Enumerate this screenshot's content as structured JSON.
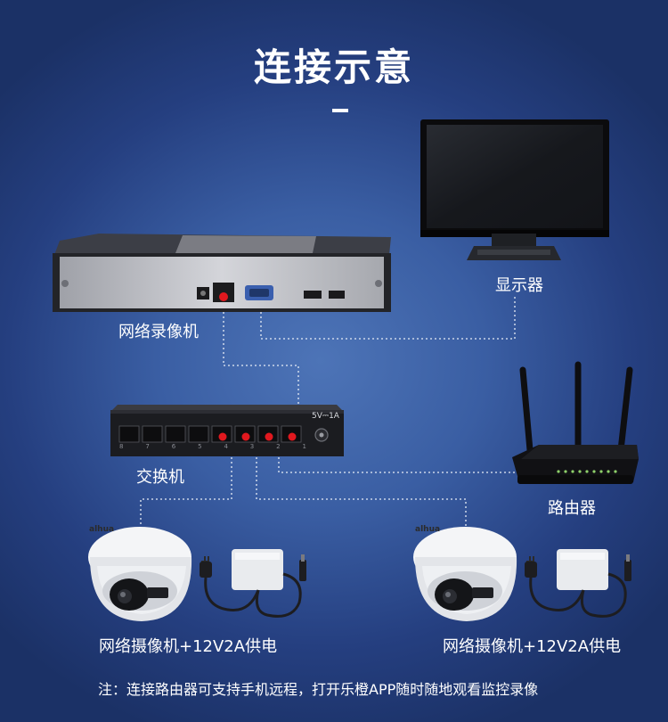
{
  "title": "连接示意",
  "labels": {
    "nvr": "网络录像机",
    "monitor": "显示器",
    "switch": "交换机",
    "router": "路由器",
    "camera_left": "网络摄像机+12V2A供电",
    "camera_right": "网络摄像机+12V2A供电"
  },
  "note": "注：连接路由器可支持手机远程，打开乐橙APP随时随地观看监控录像",
  "device_markings": {
    "switch_power": "5V⎓1A",
    "switch_port_numbers": [
      "8",
      "7",
      "6",
      "5",
      "4",
      "3",
      "2",
      "1"
    ],
    "camera_brand": "alhua"
  },
  "colors": {
    "background": "#2d4d92",
    "text": "#ffffff",
    "connector_red": "#e0181e",
    "wire": "#e8edf6"
  }
}
